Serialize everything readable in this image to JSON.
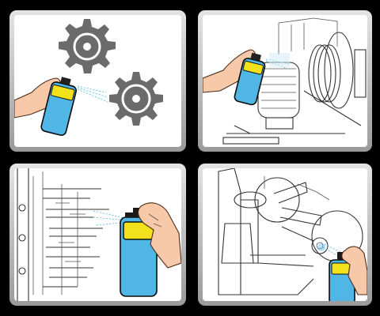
{
  "panels": [
    {
      "id": "panel-gears"
    },
    {
      "id": "panel-motor-pulley"
    },
    {
      "id": "panel-machine-parts"
    },
    {
      "id": "panel-grinder"
    }
  ],
  "colors": {
    "background": "#000000",
    "frame_light": "#e4e4e4",
    "frame_dark": "#9a9a9a",
    "panel_fill": "#ffffff",
    "gear": "#6b6b6b",
    "can_body": "#4fb6e6",
    "can_label": "#f2e11b",
    "skin": "#f7c9a8",
    "spray_mist": "#49b8e8",
    "line_art": "#333333"
  },
  "icons": [
    "gear-icon",
    "spray-can-icon",
    "hand-icon",
    "electric-motor-icon",
    "pulley-icon",
    "machine-parts-icon",
    "grinder-icon"
  ]
}
